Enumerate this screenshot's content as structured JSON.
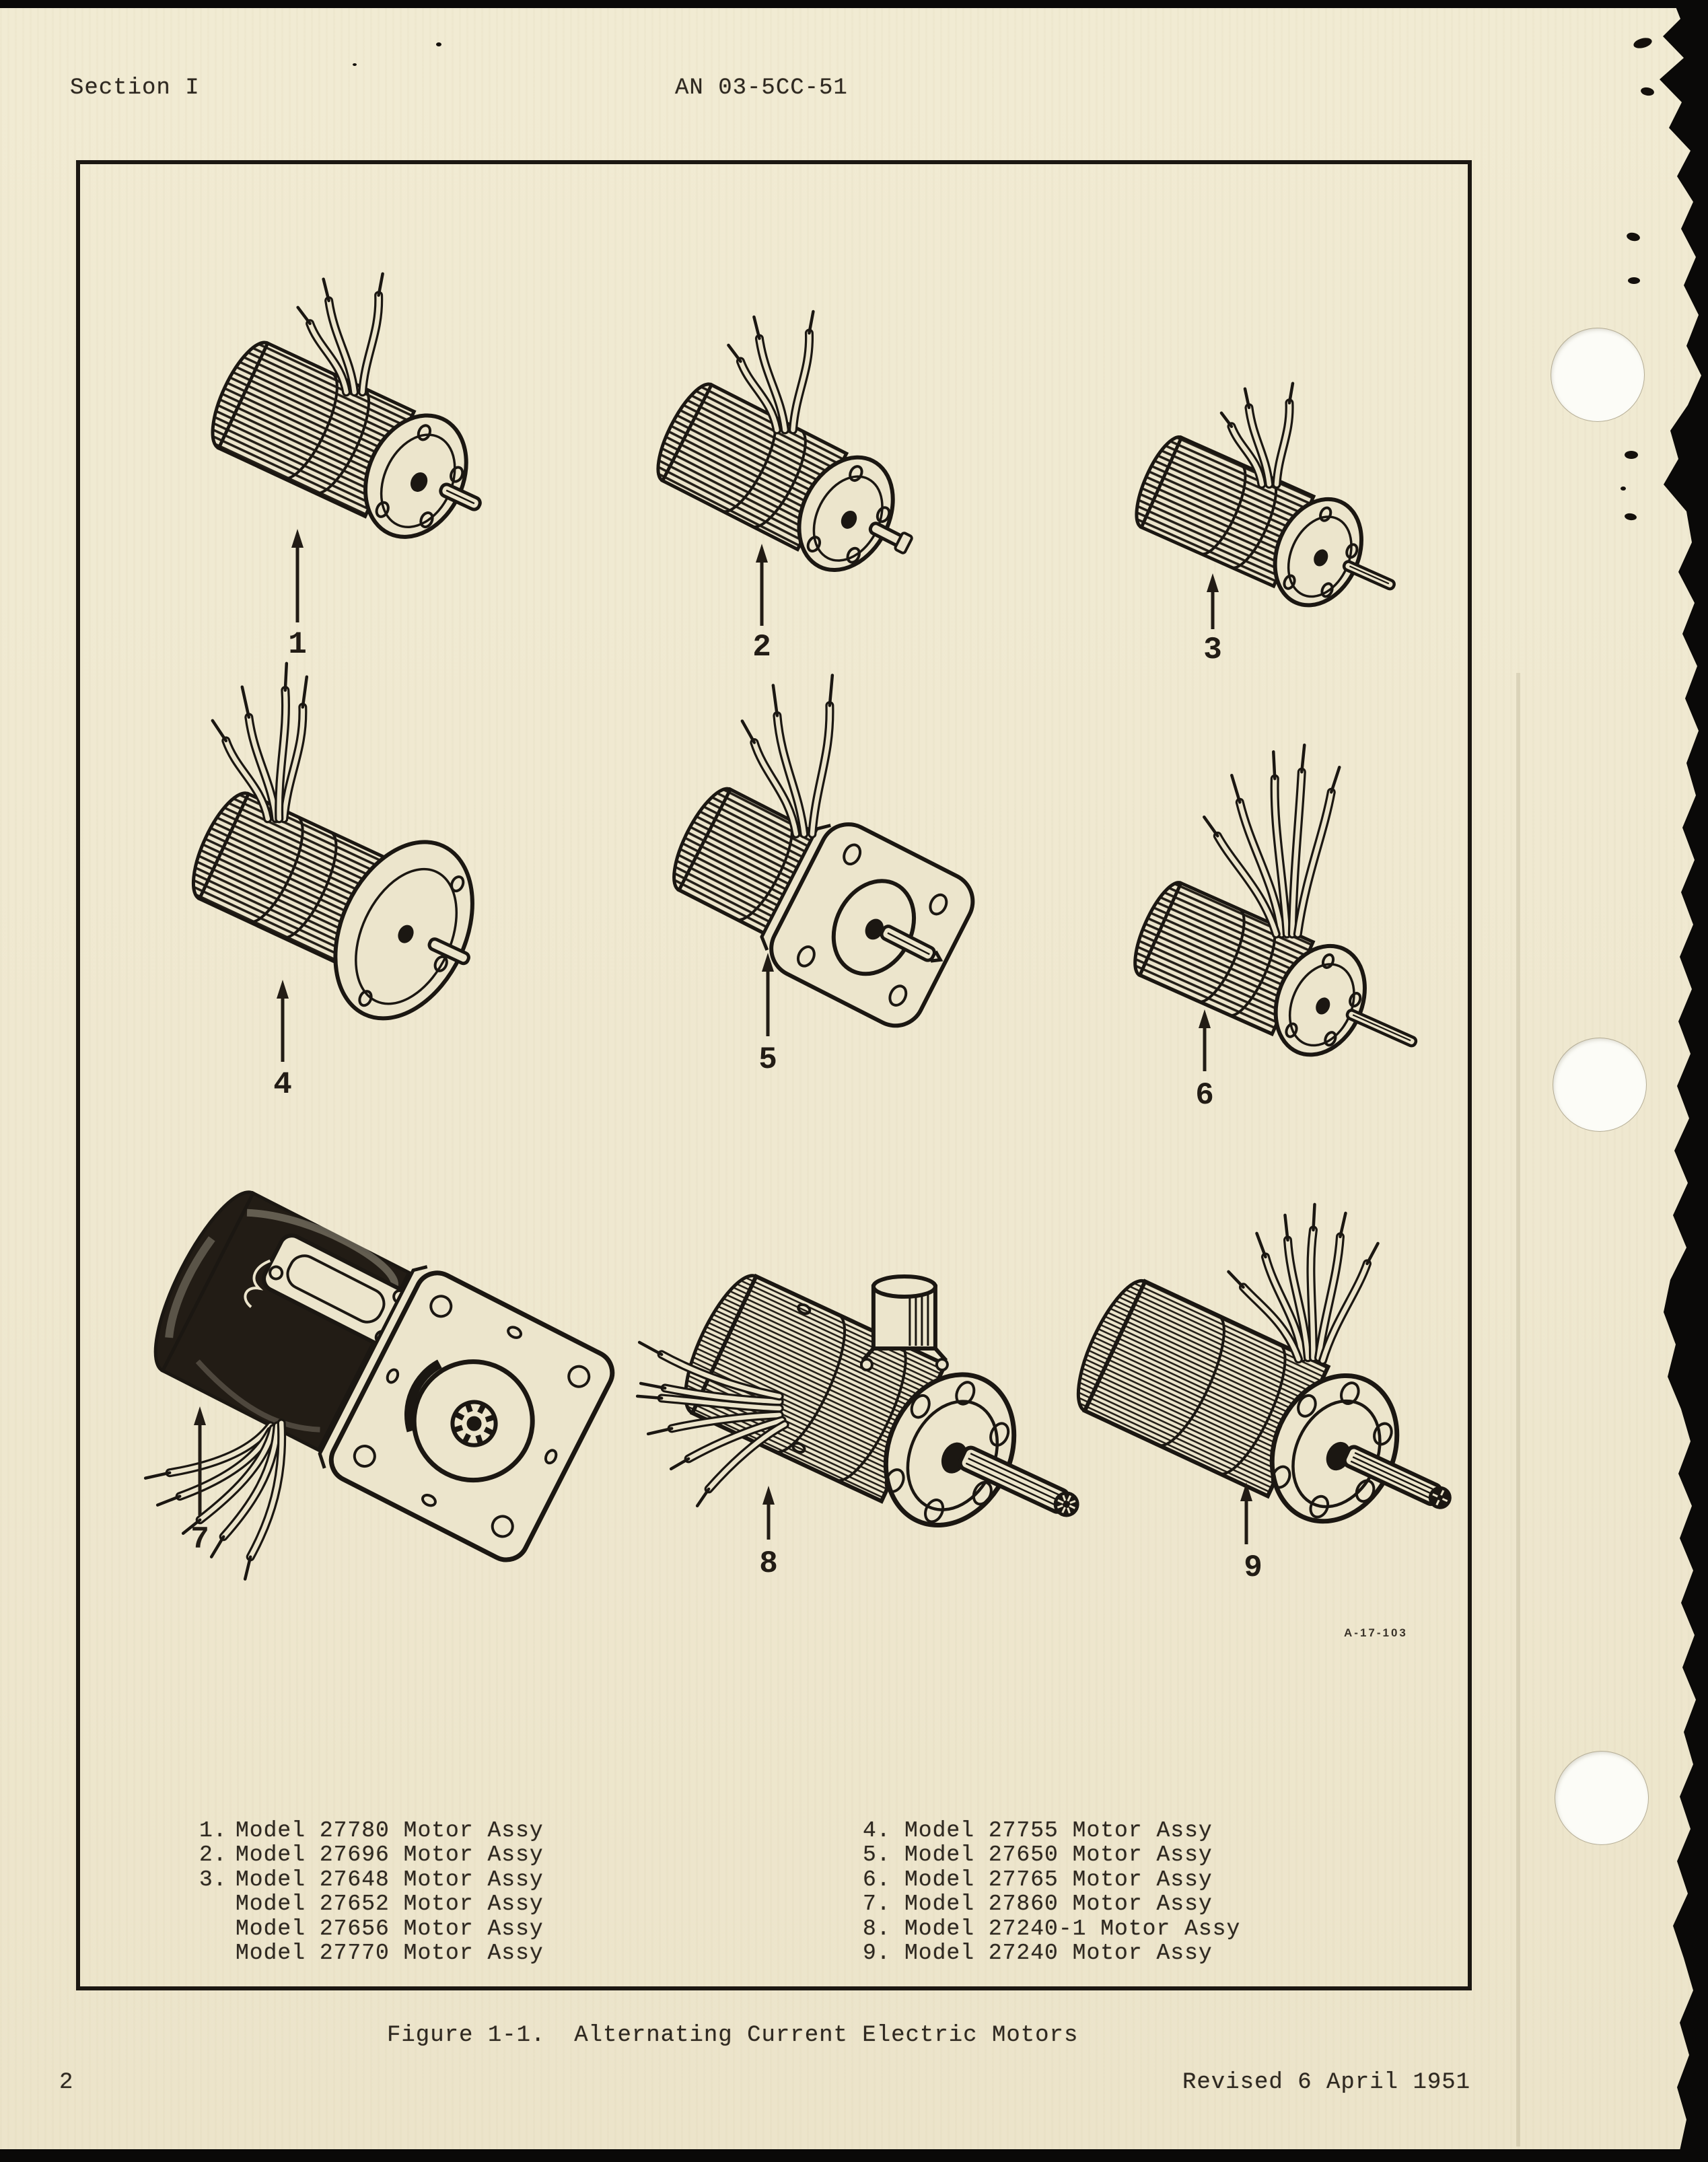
{
  "page": {
    "header_left": "Section I",
    "header_center": "AN 03-5CC-51",
    "page_number": "2",
    "revision": "Revised 6 April 1951"
  },
  "figure": {
    "caption": "Figure 1-1.  Alternating Current Electric Motors",
    "plate_mark": "A-17-103",
    "callouts": [
      "1",
      "2",
      "3",
      "4",
      "5",
      "6",
      "7",
      "8",
      "9"
    ],
    "legend_left": [
      {
        "num": "1.",
        "text": "Model 27780 Motor Assy"
      },
      {
        "num": "2.",
        "text": "Model 27696 Motor Assy"
      },
      {
        "num": "3.",
        "text": "Model 27648 Motor Assy"
      },
      {
        "num": "",
        "text": "Model 27652 Motor Assy"
      },
      {
        "num": "",
        "text": "Model 27656 Motor Assy"
      },
      {
        "num": "",
        "text": "Model 27770 Motor Assy"
      }
    ],
    "legend_right": [
      {
        "num": "4.",
        "text": "Model 27755 Motor Assy"
      },
      {
        "num": "5.",
        "text": "Model 27650 Motor Assy"
      },
      {
        "num": "6.",
        "text": "Model 27765 Motor Assy"
      },
      {
        "num": "7.",
        "text": "Model 27860 Motor Assy"
      },
      {
        "num": "8.",
        "text": "Model 27240-1 Motor Assy"
      },
      {
        "num": "9.",
        "text": "Model 27240 Motor Assy"
      }
    ]
  },
  "colors": {
    "paper": "#efe8d0",
    "ink": "#1b1712",
    "background": "#090807"
  }
}
